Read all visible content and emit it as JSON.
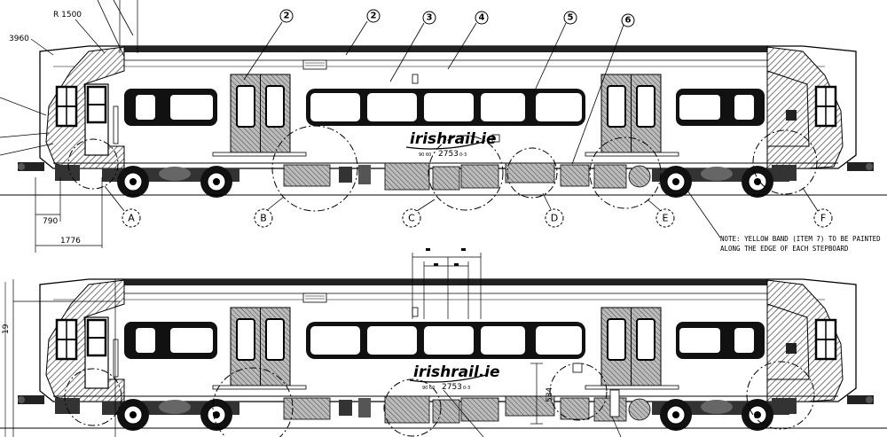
{
  "drawing": {
    "radius_label": "R 1500",
    "height_label": "3960",
    "dim_790": "790",
    "dim_1776": "1776",
    "dim_584": "584",
    "dim_side": "19",
    "note_line1": "NOTE: YELLOW BAND (ITEM 7) TO BE PAINTED",
    "note_line2": "ALONG THE EDGE OF EACH STEPBOARD"
  },
  "callouts": [
    "2",
    "2",
    "3",
    "4",
    "5",
    "6"
  ],
  "details": [
    "A",
    "B",
    "C",
    "D",
    "E",
    "F"
  ],
  "livery": {
    "logo_text": "irishrail.ie",
    "car_number": "2753",
    "uic_prefix": "90 60",
    "uic_suffix": "0-3"
  }
}
